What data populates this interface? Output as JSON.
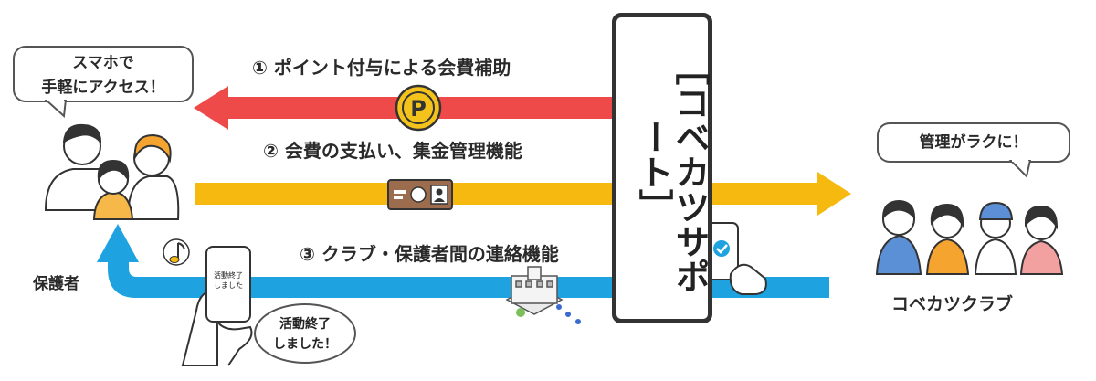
{
  "center": {
    "title": "［コベカツサポート］"
  },
  "left_group": {
    "bubble_line1": "スマホで",
    "bubble_line2": "手軽にアクセス！",
    "label": "保護者"
  },
  "right_group": {
    "bubble": "管理がラクに！",
    "label": "コベカツクラブ"
  },
  "features": [
    {
      "label": "① ポイント付与による会費補助",
      "color": "#ef4a4a",
      "direction": "left"
    },
    {
      "label": "② 会費の支払い、集金管理機能",
      "color": "#f5b90f",
      "direction": "right"
    },
    {
      "label": "③ クラブ・保護者間の連絡機能",
      "color": "#1fa3e0",
      "direction": "left"
    }
  ],
  "phone": {
    "screen_line1": "活動終了",
    "screen_line2": "しました",
    "bubble_line1": "活動終了",
    "bubble_line2": "しました！"
  },
  "icons": [
    "point-coin-icon",
    "card-reader-icon",
    "music-note-icon",
    "smartphone-check-icon",
    "school-building-icon"
  ],
  "colors": {
    "red_arrow": "#ef4a4a",
    "yellow_arrow": "#f5b90f",
    "blue_arrow": "#1fa3e0",
    "coin": "#f3c21b"
  }
}
